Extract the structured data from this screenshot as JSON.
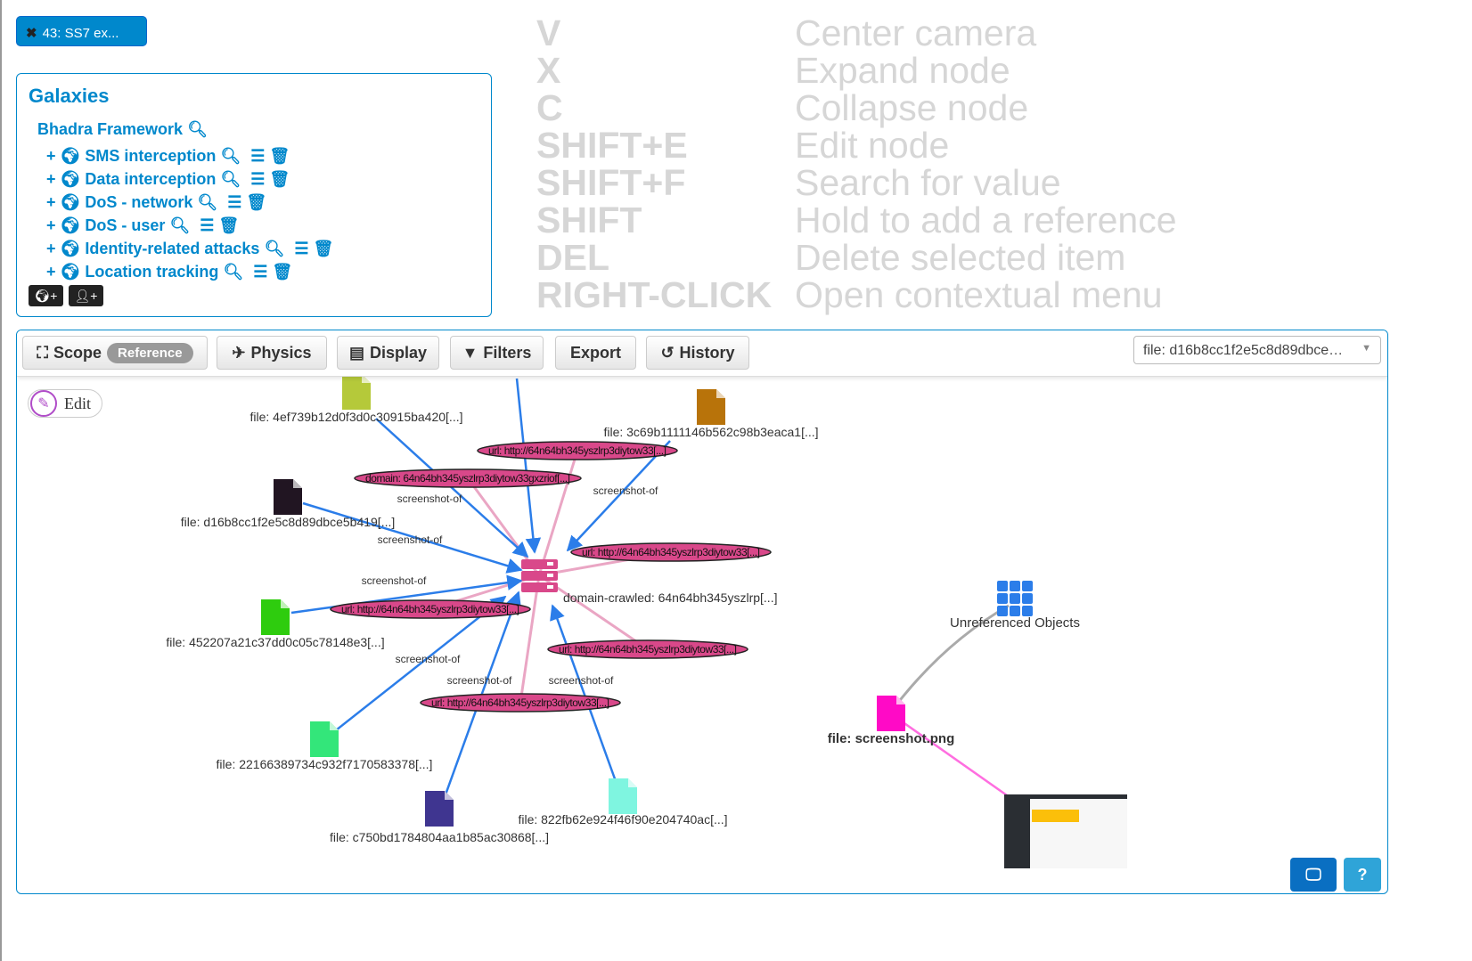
{
  "tab": {
    "label": "43: SS7 ex...",
    "close_icon": "times-icon"
  },
  "galaxies": {
    "title": "Galaxies",
    "framework": "Bhadra Framework",
    "items": [
      {
        "label": "SMS interception"
      },
      {
        "label": "Data interception"
      },
      {
        "label": "DoS - network"
      },
      {
        "label": "DoS - user"
      },
      {
        "label": "Identity-related attacks"
      },
      {
        "label": "Location tracking"
      }
    ],
    "add_globe": "+",
    "add_user": "+"
  },
  "toolbar": {
    "scope": "Scope",
    "scope_badge": "Reference",
    "physics": "Physics",
    "display": "Display",
    "filters": "Filters",
    "export": "Export",
    "history": "History",
    "selected_node": "file: d16b8cc1f2e5c8d89dbce…"
  },
  "edit_label": "Edit",
  "shortcuts": [
    {
      "key": "V",
      "action": "Center camera"
    },
    {
      "key": "X",
      "action": "Expand node"
    },
    {
      "key": "C",
      "action": "Collapse node"
    },
    {
      "key": "SHIFT+E",
      "action": "Edit node"
    },
    {
      "key": "SHIFT+F",
      "action": "Search for value"
    },
    {
      "key": "SHIFT",
      "action": "Hold to add a reference"
    },
    {
      "key": "DEL",
      "action": "Delete selected item"
    },
    {
      "key": "RIGHT-CLICK",
      "action": "Open contextual menu"
    }
  ],
  "graph": {
    "hub": {
      "label": "domain-crawled: 64n64bh345yszlrp[...]",
      "color": "#d9488a"
    },
    "ellipses": [
      "url: http://64n64bh345yszlrp3diytow33[...]",
      "domain: 64n64bh345yszlrp3diytow33gxzriof[...]",
      "url: http://64n64bh345yszlrp3diytow33[...]",
      "url: http://64n64bh345yszlrp3diytow33[...]",
      "url: http://64n64bh345yszlrp3diytow33[...]",
      "url: http://64n64bh345yszlrp3diytow33[...]"
    ],
    "files": [
      {
        "label": "file: 4ef739b12d0f3d0c30915ba420[...]",
        "color": "#b5c93a"
      },
      {
        "label": "file: 3c69b1111146b562c98b3eaca1[...]",
        "color": "#b8730a"
      },
      {
        "label": "file: d16b8cc1f2e5c8d89dbce5b419[...]",
        "color": "#211522"
      },
      {
        "label": "file: 452207a21c37dd0c05c78148e3[...]",
        "color": "#2ecc0e"
      },
      {
        "label": "file: 22166389734c932f7170583378[...]",
        "color": "#33e67a"
      },
      {
        "label": "file: c750bd1784804aa1b85ac30868[...]",
        "color": "#3f3590"
      },
      {
        "label": "file: 822fb62e924f46f90e204740ac[...]",
        "color": "#7ff5e0"
      },
      {
        "label": "file: screenshot.png",
        "color": "#ff0ac6"
      }
    ],
    "edge_label": "screenshot-of",
    "unreferenced": "Unreferenced Objects"
  },
  "colors": {
    "accent": "#0088cc",
    "edge_blue": "#2b7de9",
    "edge_pink": "#eaa6c4"
  }
}
